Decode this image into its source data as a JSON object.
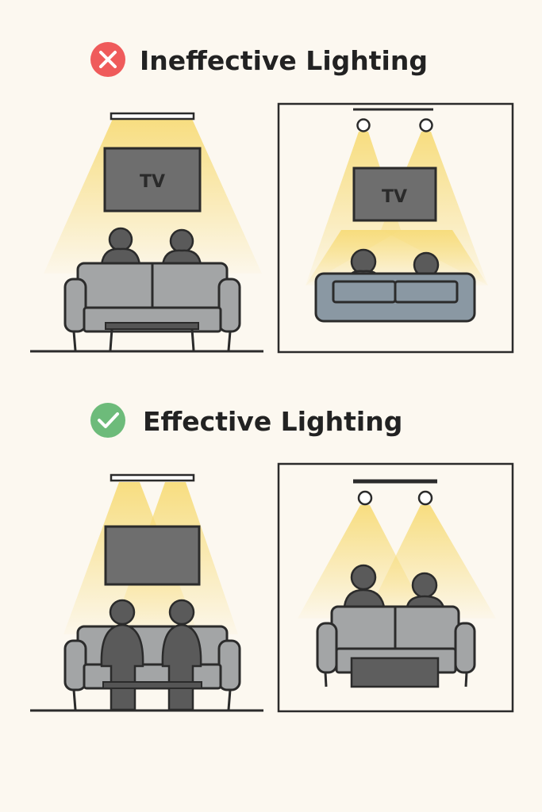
{
  "sections": [
    {
      "title": "Ineffective Lighting",
      "status_icon": "x-circle-icon",
      "status_color": "#ef5b5b",
      "tv_label_left": "TV",
      "tv_label_right": "TV"
    },
    {
      "title": "Effective Lighting",
      "status_icon": "check-circle-icon",
      "status_color": "#6dbb7a"
    }
  ],
  "colors": {
    "background": "#fcf8f0",
    "light": "#f7dc7a"
  }
}
